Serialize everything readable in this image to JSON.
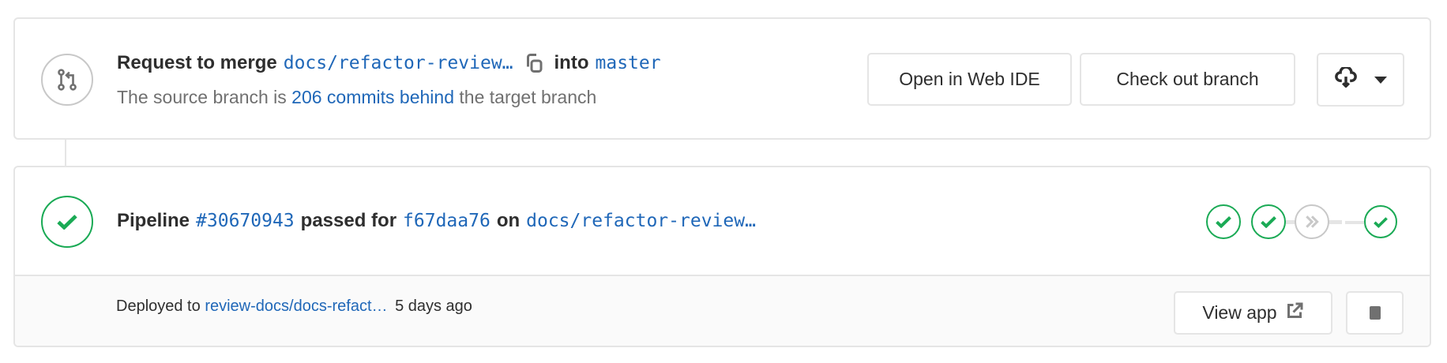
{
  "merge_request": {
    "prefix": "Request to merge",
    "source_branch": "docs/refactor-review…",
    "into": "into",
    "target_branch": "master",
    "status_prefix": "The source branch is",
    "commits_behind": "206 commits behind",
    "status_suffix": "the target branch",
    "buttons": {
      "web_ide": "Open in Web IDE",
      "checkout": "Check out branch"
    }
  },
  "pipeline": {
    "label": "Pipeline",
    "id": "#30670943",
    "passed_for": "passed for",
    "commit": "f67daa76",
    "on": "on",
    "branch": "docs/refactor-review…",
    "stages": [
      "success",
      "success",
      "skipped",
      "success"
    ]
  },
  "deployment": {
    "prefix": "Deployed to",
    "environment": "review-docs/docs-refact…",
    "time": "5 days ago",
    "view_app": "View app"
  },
  "colors": {
    "link": "#1f67b8",
    "success": "#1aaa55",
    "skipped": "#c8c8c8"
  }
}
